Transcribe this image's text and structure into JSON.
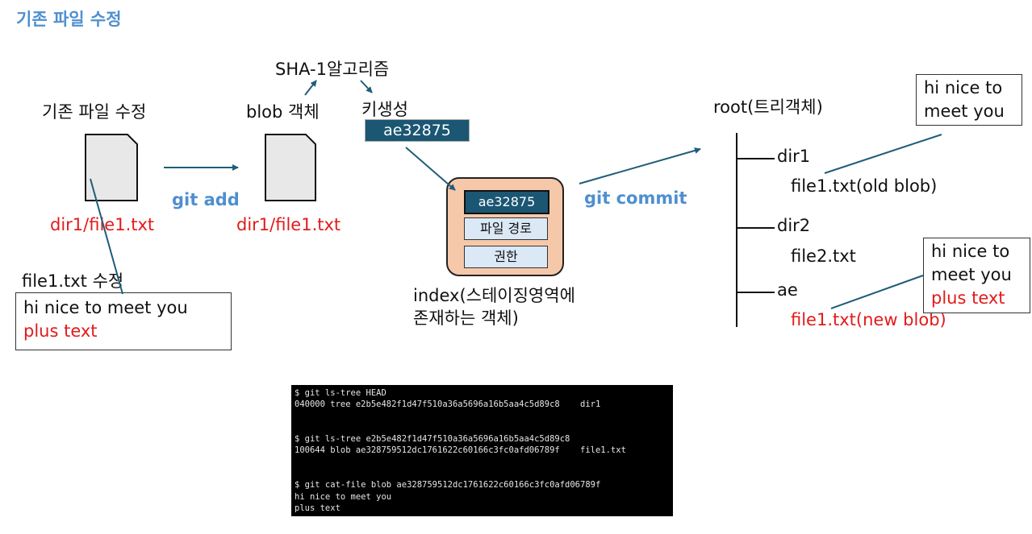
{
  "title": "기존 파일 수정",
  "source": {
    "heading": "기존 파일 수정",
    "path": "dir1/file1.txt",
    "edit_label": "file1.txt 수정",
    "edit_line1": "hi nice to meet you",
    "edit_line2": "plus text"
  },
  "git_add_label": "git add",
  "blob": {
    "heading": "blob 객체",
    "path": "dir1/file1.txt"
  },
  "sha": {
    "algorithm": "SHA-1알고리즘",
    "keygen": "키생성",
    "key": "ae32875"
  },
  "index": {
    "key": "ae32875",
    "path_cell": "파일 경로",
    "perm_cell": "권한",
    "caption_line1": "index(스테이징영역에",
    "caption_line2": "존재하는 객체)"
  },
  "git_commit_label": "git commit",
  "tree": {
    "root": "root(트리객체)",
    "dir1": "dir1",
    "dir1_file": "file1.txt(old blob)",
    "dir2": "dir2",
    "dir2_file": "file2.txt",
    "ae": "ae",
    "ae_file": "file1.txt(new blob)"
  },
  "old_note": {
    "line1": "hi nice to",
    "line2": "meet you"
  },
  "new_note": {
    "line1": "hi nice to",
    "line2": "meet you",
    "line3": "plus text"
  },
  "terminal": {
    "lines": [
      "$ git ls-tree HEAD",
      "040000 tree e2b5e482f1d47f510a36a5696a16b5aa4c5d89c8    dir1",
      "",
      "",
      "$ git ls-tree e2b5e482f1d47f510a36a5696a16b5aa4c5d89c8",
      "100644 blob ae328759512dc1761622c60166c3fc0afd06789f    file1.txt",
      "",
      "",
      "$ git cat-file blob ae328759512dc1761622c60166c3fc0afd06789f",
      "hi nice to meet you",
      "plus text"
    ]
  },
  "colors": {
    "title_blue": "#4f8fcf",
    "arrow_blue": "#1f5d7a",
    "red_text": "#e31a1a",
    "key_fill": "#1b5673",
    "index_fill": "#f6c8aa"
  }
}
